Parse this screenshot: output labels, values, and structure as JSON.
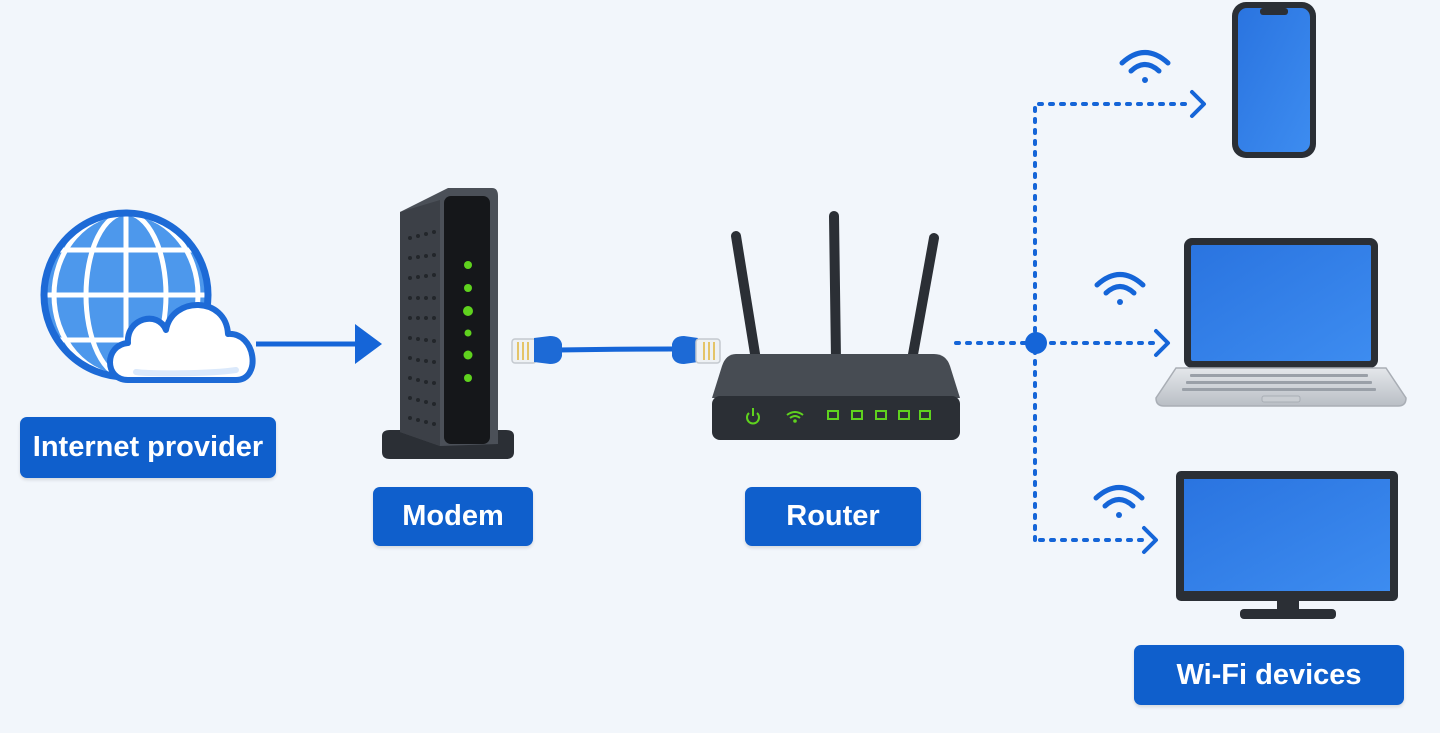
{
  "labels": {
    "internet_provider": "Internet provider",
    "modem": "Modem",
    "router": "Router",
    "wifi_devices": "Wi-Fi devices"
  },
  "colors": {
    "background": "#f2f6fb",
    "accent_blue": "#0f5fcc",
    "link_blue": "#1565d8",
    "screen_blue": "#2f7fe6",
    "device_dark": "#2b2f35",
    "led_green": "#5fd21e"
  },
  "icons": {
    "internet": [
      "globe-icon",
      "cloud-icon"
    ],
    "modem": "modem-icon",
    "cable": "ethernet-cable-icon",
    "router": "router-icon",
    "devices": [
      "smartphone-icon",
      "laptop-icon",
      "monitor-icon"
    ],
    "signal": "wifi-signal-icon"
  }
}
